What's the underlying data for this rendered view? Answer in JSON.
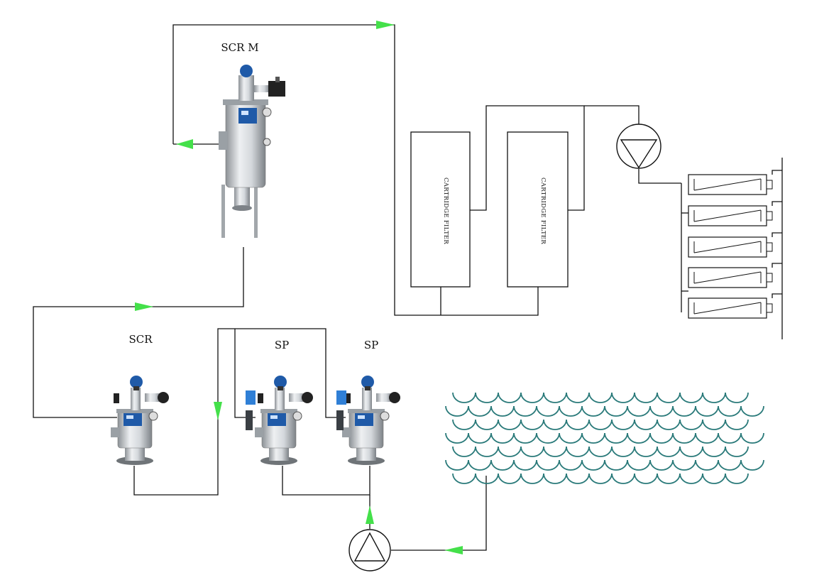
{
  "labels": {
    "scr_m": "SCR  M",
    "scr": "SCR",
    "sp_1": "SP",
    "sp_2": "SP",
    "cartridge_1": "CARTRIDGE FILTER",
    "cartridge_2": "CARTRIDGE FILTER"
  },
  "icons": {
    "pump_1": "pump-icon",
    "pump_2": "pump-icon",
    "filter_housing": "self-cleaning-filter-icon",
    "membrane_bank": "membrane-module-icon",
    "reservoir": "wave-water-icon"
  },
  "colors": {
    "flow_arrow": "#44e04a",
    "pipe": "#111111",
    "filter_body": "#c9ced2",
    "controller": "#1f5aa8",
    "water": "#2a7a7a"
  }
}
